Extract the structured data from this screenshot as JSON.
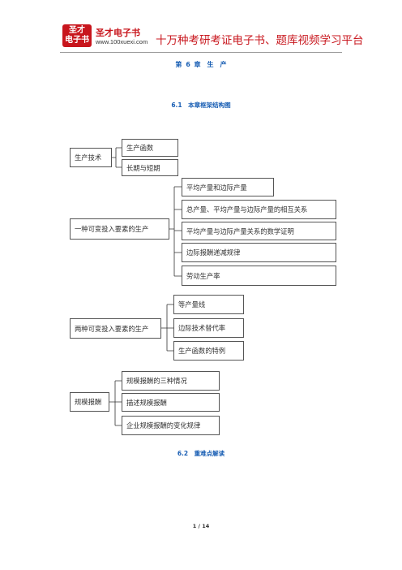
{
  "header": {
    "logo_line1": "圣才",
    "logo_line2": "电子书",
    "brand_name": "圣才电子书",
    "brand_url": "www.100xuexi.com",
    "slogan": "十万种考研考证电子书、题库视频学习平台"
  },
  "chapter_title": "第 6 章　生　产",
  "section_1_title": "6.1　本章框架结构图",
  "section_2_title": "6.2　重难点解读",
  "tree": {
    "group1": {
      "root": "生产技术",
      "children": [
        "生产函数",
        "长期与短期"
      ]
    },
    "group2": {
      "root": "一种可变投入要素的生产",
      "children": [
        "平均产量和边际产量",
        "总产量、平均产量与边际产量的相互关系",
        "平均产量与边际产量关系的数学证明",
        "边际报酬递减规律",
        "劳动生产率"
      ]
    },
    "group3": {
      "root": "两种可变投入要素的生产",
      "children": [
        "等产量线",
        "边际技术替代率",
        "生产函数的特例"
      ]
    },
    "group4": {
      "root": "规模报酬",
      "children": [
        "规模报酬的三种情况",
        "描述规模报酬",
        "企业规模报酬的变化规律"
      ]
    }
  },
  "page_number": "1 / 14"
}
